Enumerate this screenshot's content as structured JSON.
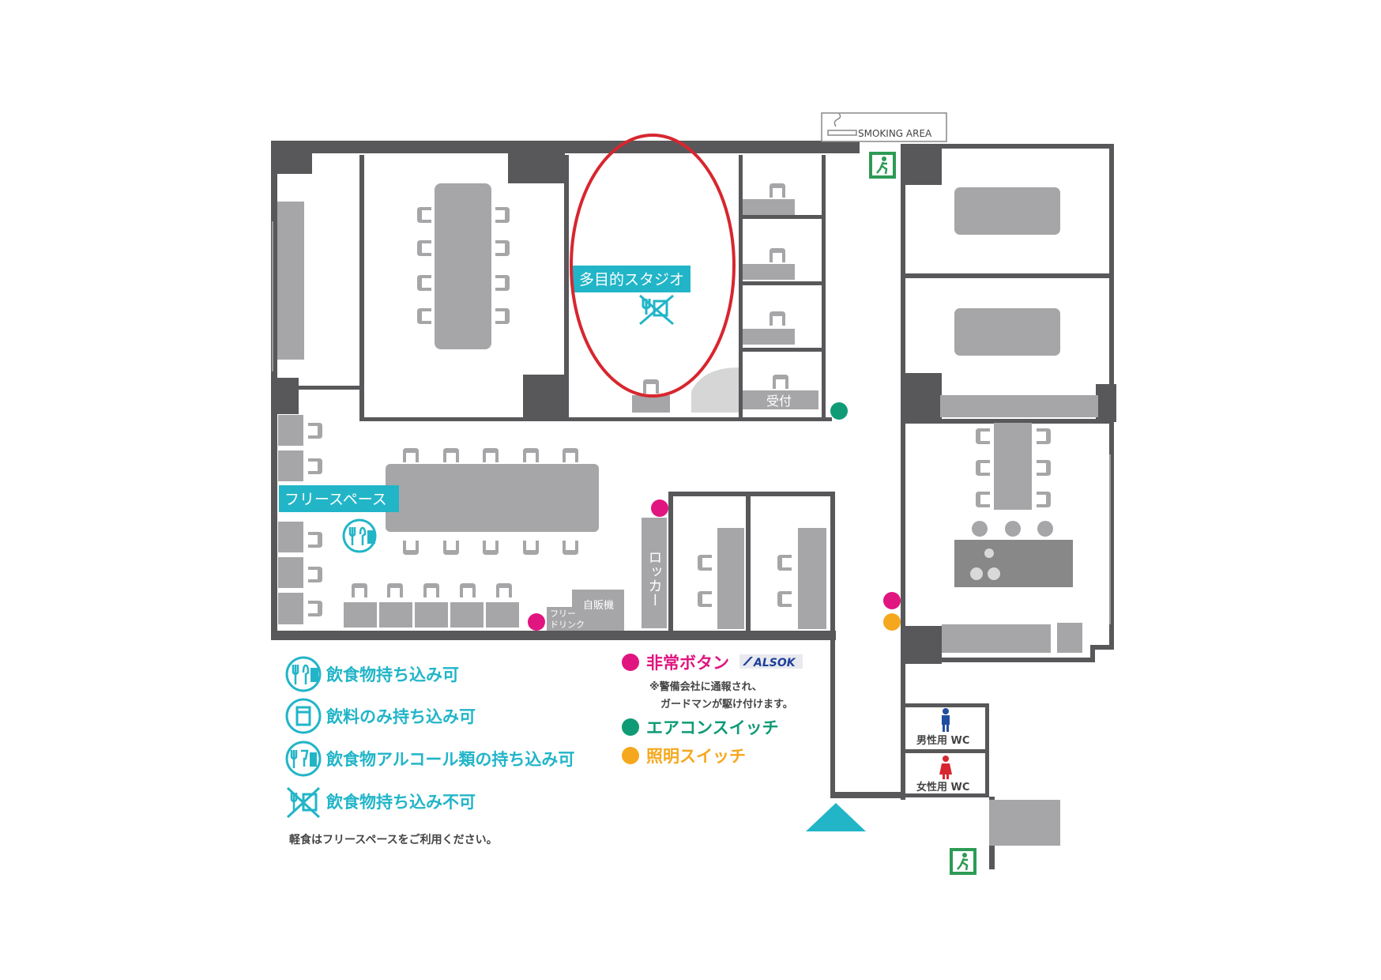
{
  "rooms": {
    "studio_label": "多目的スタジオ",
    "free_space_label": "フリースペース",
    "reception_label": "受付",
    "locker_label": "ロッカー",
    "vending_label": "自販機",
    "free_drink_line1": "フリー",
    "free_drink_line2": "ドリンク",
    "smoking_label": "SMOKING AREA",
    "mens_wc_label": "男性用 WC",
    "womens_wc_label": "女性用 WC"
  },
  "legend": {
    "food_ok": "飲食物持ち込み可",
    "drink_only": "飲料のみ持ち込み可",
    "alcohol_ok": "飲食物アルコール類の持ち込み可",
    "food_ng": "飲食物持ち込み不可",
    "snack_note": "軽食はフリースペースをご利用ください。",
    "emergency_label": "非常ボタン",
    "alsok_logo": "ALSOK",
    "emergency_note_1": "※警備会社に通報され、",
    "emergency_note_2": "ガードマンが駆け付けます。",
    "aircon_label": "エアコンスイッチ",
    "light_label": "照明スイッチ"
  },
  "colors": {
    "wall": "#58585a",
    "furniture": "#a6a6a8",
    "cyan": "#22b5c8",
    "emergency": "#e0157f",
    "aircon": "#0f9b76",
    "light": "#f5a81e",
    "highlight": "#d7262f",
    "male": "#1f4e9e",
    "female": "#d7262f",
    "exit": "#2d9b55"
  }
}
